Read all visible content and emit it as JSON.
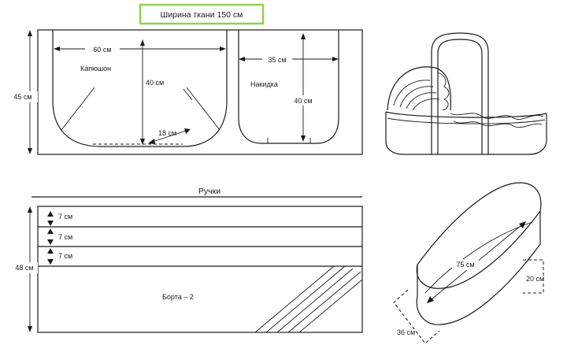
{
  "fabric": {
    "title": "Ширина ткани 150 см",
    "height_label": "45 см"
  },
  "hood": {
    "name": "Капюшон",
    "width_label": "60 см",
    "height_label": "40 см",
    "inner_label": "18 см"
  },
  "cape": {
    "name": "Накидка",
    "width_label": "35 см",
    "height_label": "40 см"
  },
  "strips": {
    "title": "Ручки",
    "height_label": "48 см",
    "strip_labels": [
      "7 см",
      "7 см",
      "7 см"
    ],
    "sides_label": "Борта – 2"
  },
  "base": {
    "length_label": "75 см",
    "height_label": "20 см",
    "width_label": "36 см"
  },
  "colors": {
    "title_frame": "#8fd14f",
    "lines": "#1a1a1a"
  }
}
